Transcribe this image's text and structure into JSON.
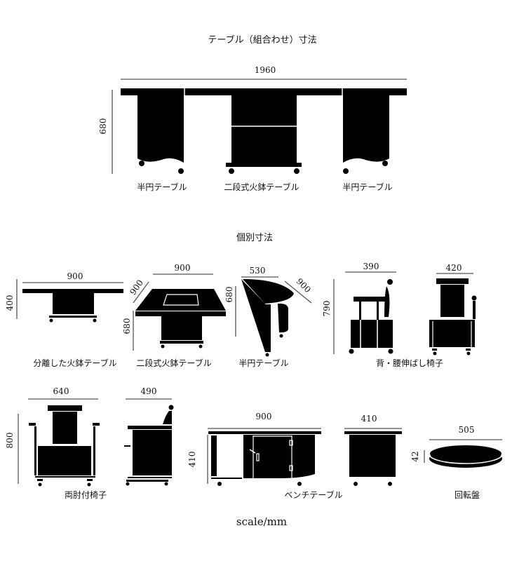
{
  "combined": {
    "title": "テーブル（組合わせ）寸法",
    "width": "1960",
    "height": "680",
    "labels": [
      "半円テーブル",
      "二段式火鉢テーブル",
      "半円テーブル"
    ]
  },
  "individual": {
    "title": "個別寸法",
    "items": [
      {
        "label": "分離した火鉢テーブル",
        "dims": [
          "900",
          "400"
        ]
      },
      {
        "label": "二段式火鉢テーブル",
        "dims": [
          "900",
          "900",
          "680"
        ]
      },
      {
        "label": "半円テーブル",
        "dims": [
          "530",
          "900",
          "680"
        ]
      },
      {
        "label": "背・腰伸ばし椅子",
        "dims": [
          "390",
          "420",
          "790"
        ]
      },
      {
        "label": "両肘付椅子",
        "dims": [
          "640",
          "490",
          "800"
        ]
      },
      {
        "label": "ベンチテーブル",
        "dims": [
          "900",
          "410",
          "410"
        ]
      },
      {
        "label": "回転盤",
        "dims": [
          "505",
          "42"
        ]
      }
    ]
  },
  "scale": "scale/mm"
}
